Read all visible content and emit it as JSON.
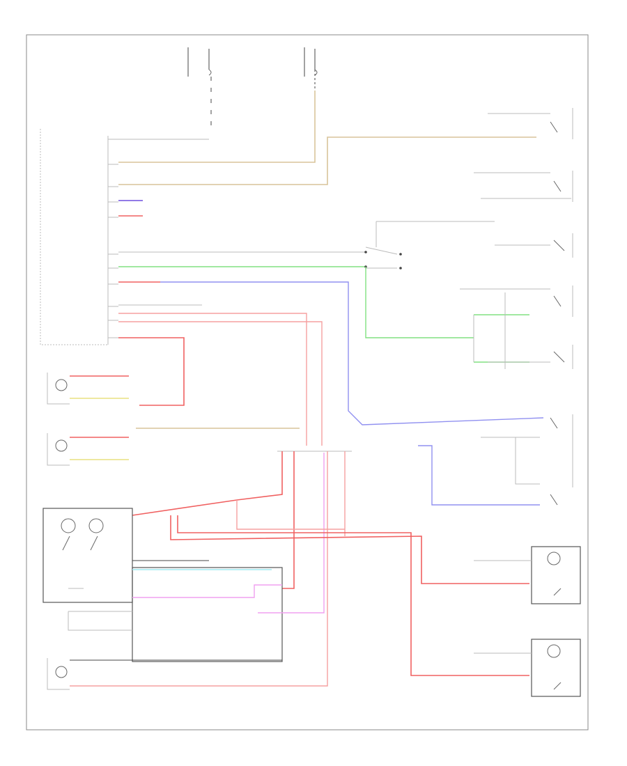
{
  "diagram": {
    "footer_code": "",
    "components": [
      {
        "id": "fuse_a",
        "label": ""
      },
      {
        "id": "fuse_b",
        "label": ""
      },
      {
        "id": "control_unit",
        "label": ""
      },
      {
        "id": "luggage_lamp",
        "label": ""
      },
      {
        "id": "trunk_lamp",
        "label": ""
      },
      {
        "id": "map_lamp",
        "label": ""
      },
      {
        "id": "front_door_sw_r",
        "label": ""
      },
      {
        "id": "front_door_sw_l",
        "label": ""
      },
      {
        "id": "rear_door_sw_r",
        "label": ""
      },
      {
        "id": "rear_door_sw_l",
        "label": ""
      },
      {
        "id": "trunk_sw",
        "label": ""
      },
      {
        "id": "rear_lamp_r",
        "label": ""
      },
      {
        "id": "rear_lamp_l",
        "label": ""
      },
      {
        "id": "courtesy_lamp",
        "label": ""
      }
    ],
    "colors": {
      "frame": "#888888",
      "red": "#f06060",
      "pink": "#f5a0a0",
      "green": "#80e080",
      "blue": "#9090f0",
      "tan": "#d8c49a",
      "yellow": "#e8e080",
      "cyan": "#a0e8f0",
      "magenta": "#f0a0f0",
      "purple": "#8060e0"
    }
  }
}
